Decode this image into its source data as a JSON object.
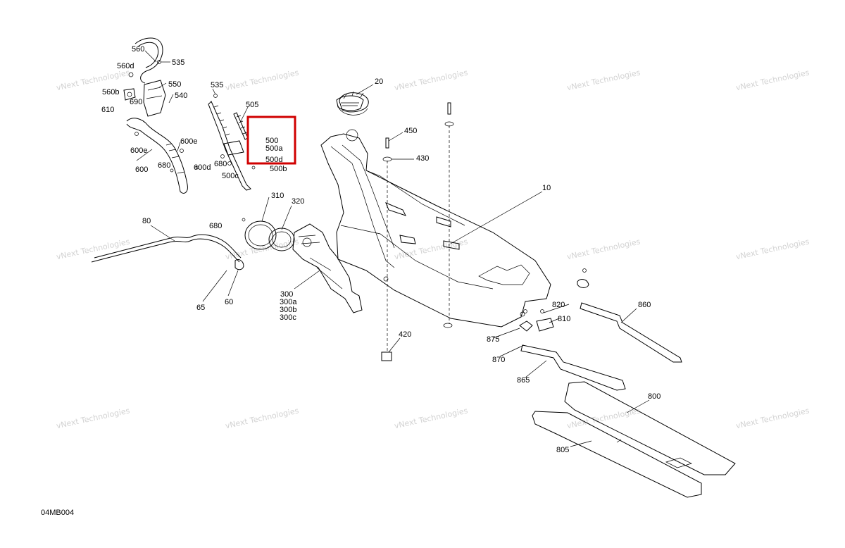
{
  "diagram_code": "04MB004",
  "watermark": {
    "line1": "vNext",
    "line2": "Technologies",
    "line3": "vNext Technologies"
  },
  "highlight_color": "#d00000",
  "callouts": {
    "c560": "560",
    "c535a": "535",
    "c560d": "560d",
    "c550": "550",
    "c560b": "560b",
    "c540": "540",
    "c690": "690",
    "c610": "610",
    "c600e_left": "600e",
    "c600e_right": "600e",
    "c600": "600",
    "c680_left": "680",
    "c600d": "600d",
    "c535b": "535",
    "c505": "505",
    "c500": "500",
    "c500a": "500a",
    "c500d": "500d",
    "c680_mid": "680",
    "c500c": "500c",
    "c500b": "500b",
    "c20": "20",
    "c450": "450",
    "c430": "430",
    "c10": "10",
    "c310": "310",
    "c320": "320",
    "c680_pump": "680",
    "c80": "80",
    "c65": "65",
    "c60": "60",
    "c300": "300",
    "c300a": "300a",
    "c300b": "300b",
    "c300c": "300c",
    "c420": "420",
    "c875": "875",
    "c870": "870",
    "c820": "820",
    "c810": "810",
    "c860": "860",
    "c865": "865",
    "c800": "800",
    "c805": "805"
  }
}
